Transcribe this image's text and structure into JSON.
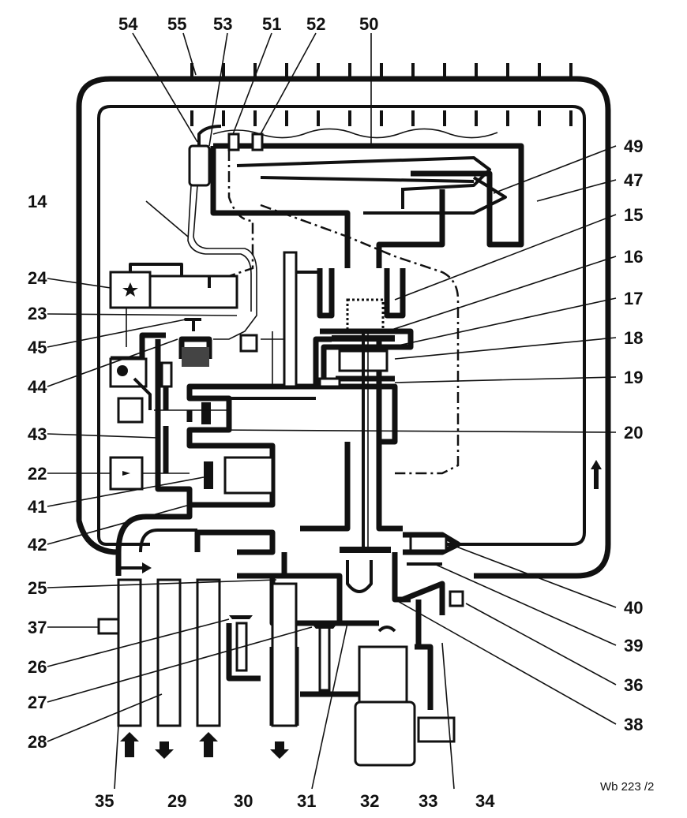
{
  "labels": {
    "l14": "14",
    "l15": "15",
    "l16": "16",
    "l17": "17",
    "l18": "18",
    "l19": "19",
    "l20": "20",
    "l22": "22",
    "l23": "23",
    "l24": "24",
    "l25": "25",
    "l26": "26",
    "l27": "27",
    "l28": "28",
    "l29": "29",
    "l30": "30",
    "l31": "31",
    "l32": "32",
    "l33": "33",
    "l34": "34",
    "l35": "35",
    "l36": "36",
    "l37": "37",
    "l38": "38",
    "l39": "39",
    "l40": "40",
    "l41": "41",
    "l42": "42",
    "l43": "43",
    "l44": "44",
    "l45": "45",
    "l47": "47",
    "l49": "49",
    "l50": "50",
    "l51": "51",
    "l52": "52",
    "l53": "53",
    "l54": "54",
    "l55": "55"
  },
  "reference": "Wb 223 /2"
}
